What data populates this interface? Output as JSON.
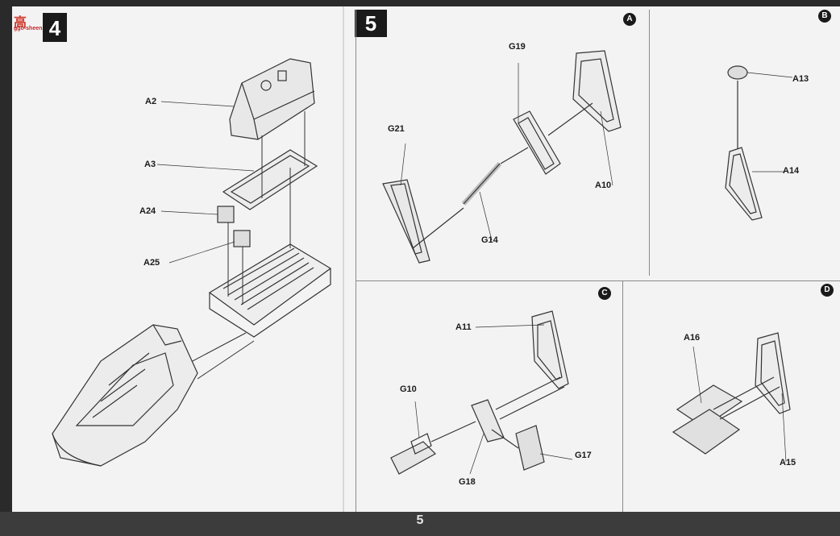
{
  "watermark": {
    "glyph": "高",
    "site": "ggo-sheen.com"
  },
  "step4": {
    "number": "4"
  },
  "step5": {
    "number": "5"
  },
  "panels": {
    "A": {
      "letter": "A"
    },
    "B": {
      "letter": "B"
    },
    "C": {
      "letter": "C"
    },
    "D": {
      "letter": "D"
    }
  },
  "labels": {
    "a2": "A2",
    "a3": "A3",
    "a24": "A24",
    "a25": "A25",
    "g19": "G19",
    "g21": "G21",
    "a10": "A10",
    "g14": "G14",
    "a13": "A13",
    "a14": "A14",
    "a11": "A11",
    "g10": "G10",
    "g17": "G17",
    "g18": "G18",
    "a16": "A16",
    "a15": "A15"
  },
  "footer": {
    "page_number": "5"
  },
  "colors": {
    "line": "#333333",
    "page": "#f3f3f4",
    "header": "#1a1a1a"
  }
}
